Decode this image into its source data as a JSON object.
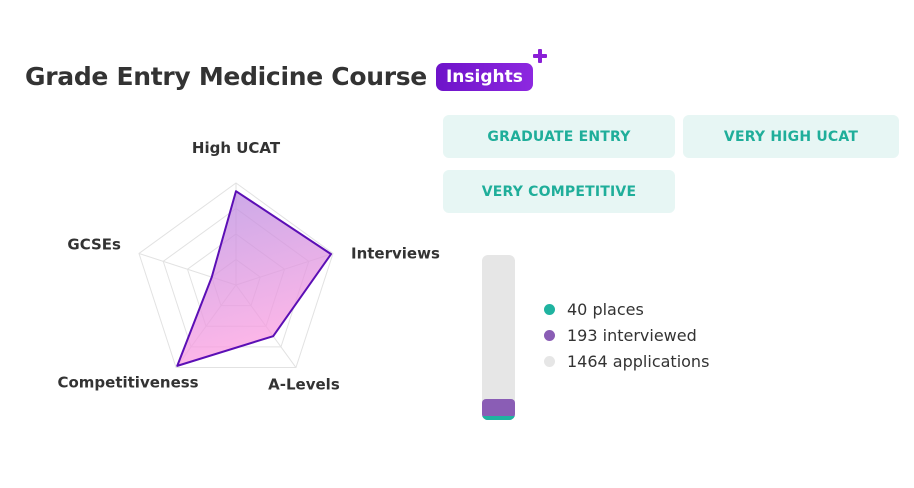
{
  "header": {
    "title": "Grade Entry Medicine Course",
    "badge": "Insights"
  },
  "tags": [
    "GRADUATE ENTRY",
    "VERY HIGH UCAT",
    "VERY COMPETITIVE"
  ],
  "colors": {
    "accent_purple": "#7a1bd2",
    "tag_bg": "#e7f6f4",
    "tag_text": "#1fae9a",
    "radar_stroke": "#5b0fb5",
    "places": "#1fb3a0",
    "interviewed": "#8a5db5",
    "applications": "#e6e6e6"
  },
  "chart_data": [
    {
      "type": "radar",
      "axes": [
        "High UCAT",
        "Interviews",
        "A-Levels",
        "Competitiveness",
        "GCSEs"
      ],
      "values": [
        0.92,
        0.98,
        0.62,
        0.98,
        0.25
      ],
      "scale": [
        0,
        1
      ],
      "grid_levels": 4
    },
    {
      "type": "bar",
      "orientation": "vertical-stacked",
      "total": 1464,
      "segments": [
        {
          "name": "places",
          "value": 40,
          "color": "#1fb3a0"
        },
        {
          "name": "interviewed",
          "value": 193,
          "color": "#8a5db5"
        },
        {
          "name": "applications",
          "value": 1464,
          "color": "#e6e6e6"
        }
      ],
      "legend": [
        {
          "label": "40 places",
          "color": "#1fb3a0"
        },
        {
          "label": "193 interviewed",
          "color": "#8a5db5"
        },
        {
          "label": "1464 applications",
          "color": "#e6e6e6"
        }
      ]
    }
  ]
}
